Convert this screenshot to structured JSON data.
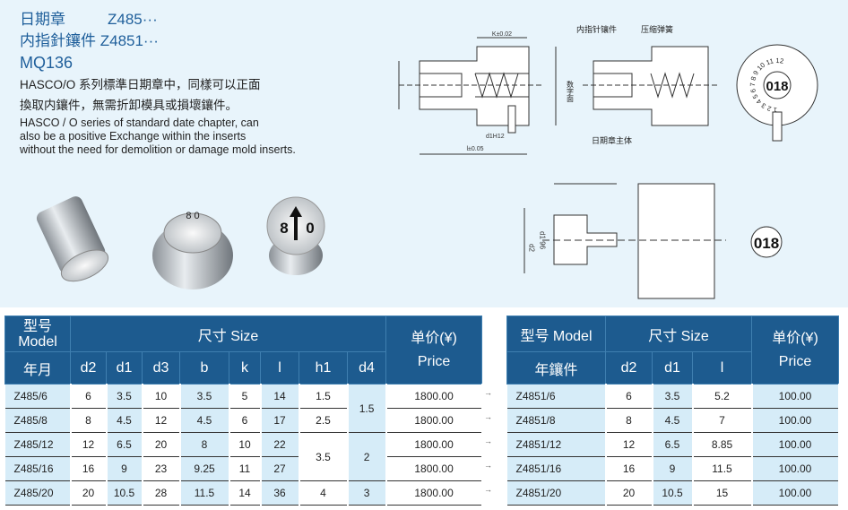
{
  "intro": {
    "line1_cn": "日期章",
    "line1_code": "Z485···",
    "line2_cn": "内指針鑲件",
    "line2_code": "Z4851···",
    "line3": "MQ136",
    "desc_cn_1": "HASCO/O 系列標準日期章中，同樣可以正面",
    "desc_cn_2": "換取内鑲件，無需折卸模具或損壞鑲件。",
    "desc_en_1": "HASCO / O series of standard date chapter, can",
    "desc_en_2": "also be a positive Exchange within the inserts",
    "desc_en_3": "without the need for demolition or damage mold inserts."
  },
  "drawing": {
    "label_insert": "内指针镶件",
    "label_spring": "压缩弹簧",
    "label_body": "日期章主体",
    "label_face": "数字面",
    "dim_k": "K±0.02",
    "dim_l": "l±0.05",
    "dim_d1h12": "d1H12",
    "dim_d2": "d2",
    "dim_d1": "d1",
    "dim_d196": "d1 96",
    "face_digits": "018",
    "face_ring": "1 2 3 4 5 6 7 8 9 10 11 12",
    "photo_digits": "8 0"
  },
  "table_left": {
    "model_cn": "型号",
    "model_en": "Model",
    "size": "尺寸 Size",
    "price_cn": "单价(¥)",
    "price_en": "Price",
    "sub_model": "年月",
    "cols": [
      "d2",
      "d1",
      "d3",
      "b",
      "k",
      "l",
      "h1",
      "d4"
    ],
    "rows": [
      {
        "model": "Z485/6",
        "d2": "6",
        "d1": "3.5",
        "d3": "10",
        "b": "3.5",
        "k": "5",
        "l": "14",
        "price": "1800.00"
      },
      {
        "model": "Z485/8",
        "d2": "8",
        "d1": "4.5",
        "d3": "12",
        "b": "4.5",
        "k": "6",
        "l": "17",
        "price": "1800.00"
      },
      {
        "model": "Z485/12",
        "d2": "12",
        "d1": "6.5",
        "d3": "20",
        "b": "8",
        "k": "10",
        "l": "22",
        "price": "1800.00"
      },
      {
        "model": "Z485/16",
        "d2": "16",
        "d1": "9",
        "d3": "23",
        "b": "9.25",
        "k": "11",
        "l": "27",
        "price": "1800.00"
      },
      {
        "model": "Z485/20",
        "d2": "20",
        "d1": "10.5",
        "d3": "28",
        "b": "11.5",
        "k": "14",
        "l": "36",
        "price": "1800.00"
      }
    ],
    "h1": [
      "1.5",
      "2.5",
      "3.5",
      "4"
    ],
    "d4": [
      "1.5",
      "2",
      "3"
    ]
  },
  "table_right": {
    "model": "型号 Model",
    "size": "尺寸 Size",
    "price_cn": "单价(¥)",
    "price_en": "Price",
    "sub_model": "年鑲件",
    "cols": [
      "d2",
      "d1",
      "l"
    ],
    "rows": [
      {
        "model": "Z4851/6",
        "d2": "6",
        "d1": "3.5",
        "l": "5.2",
        "price": "100.00"
      },
      {
        "model": "Z4851/8",
        "d2": "8",
        "d1": "4.5",
        "l": "7",
        "price": "100.00"
      },
      {
        "model": "Z4851/12",
        "d2": "12",
        "d1": "6.5",
        "l": "8.85",
        "price": "100.00"
      },
      {
        "model": "Z4851/16",
        "d2": "16",
        "d1": "9",
        "l": "11.5",
        "price": "100.00"
      },
      {
        "model": "Z4851/20",
        "d2": "20",
        "d1": "10.5",
        "l": "15",
        "price": "100.00"
      }
    ]
  },
  "arrow": "→"
}
